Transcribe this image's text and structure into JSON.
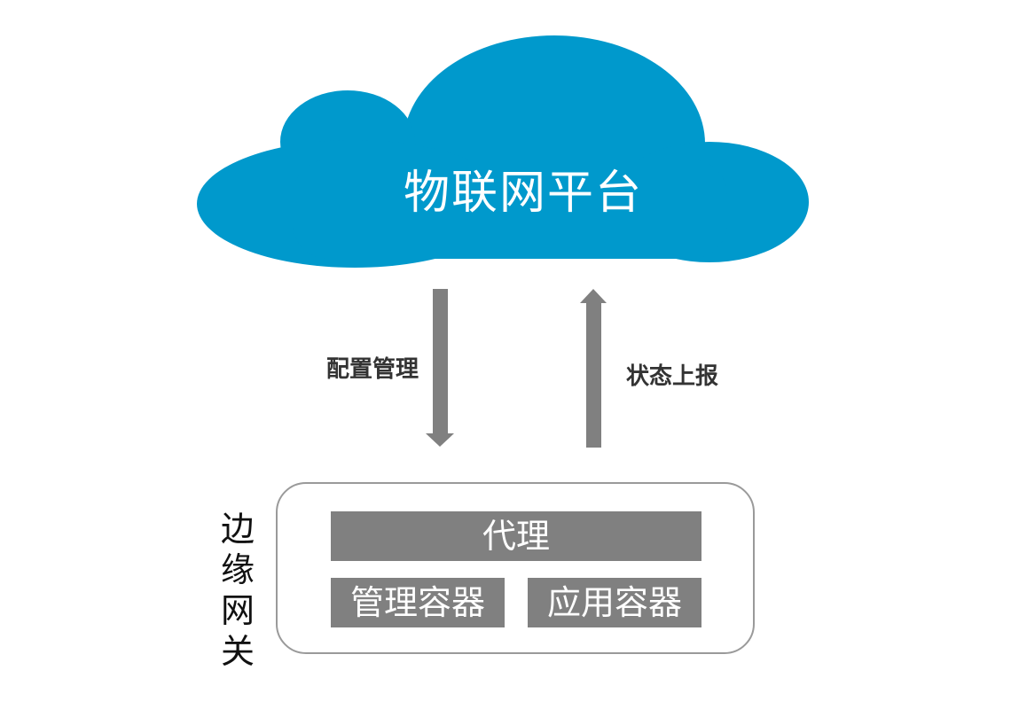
{
  "platform": {
    "title": "物联网平台",
    "color": "#0099CC"
  },
  "arrows": {
    "down_label": "配置管理",
    "up_label": "状态上报",
    "color": "#808080"
  },
  "gateway": {
    "label": "边缘网关",
    "agent": "代理",
    "management_container": "管理容器",
    "application_container": "应用容器",
    "block_color": "#808080"
  }
}
